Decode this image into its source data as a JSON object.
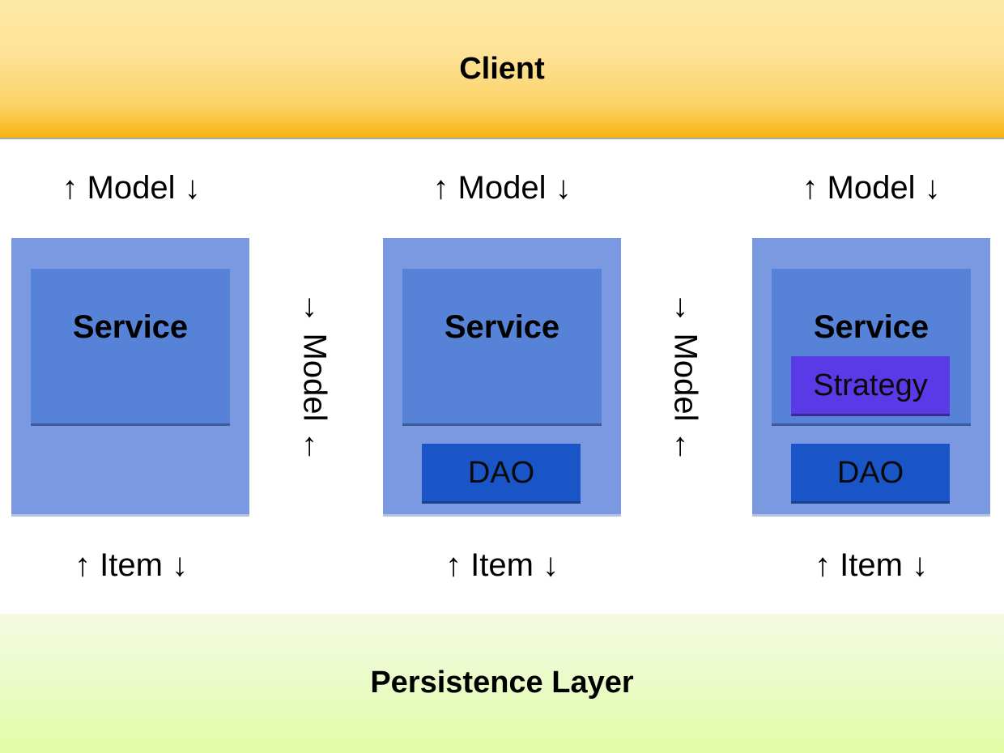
{
  "client": {
    "label": "Client"
  },
  "persistence": {
    "label": "Persistence Layer"
  },
  "columns": [
    {
      "top_flow": "↑ Model ↓",
      "service": "Service",
      "bottom_flow": "↑ Item ↓"
    },
    {
      "top_flow": "↑ Model ↓",
      "service": "Service",
      "dao": "DAO",
      "bottom_flow": "↑ Item ↓"
    },
    {
      "top_flow": "↑ Model ↓",
      "service": "Service",
      "strategy": "Strategy",
      "dao": "DAO",
      "bottom_flow": "↑ Item ↓"
    }
  ],
  "between": [
    {
      "label": "→ Model ←"
    },
    {
      "label": "→ Model ←"
    }
  ],
  "colors": {
    "client_band": "#fbd36a",
    "persistence_band": "#e1fca4",
    "column_outer": "#7a99e0",
    "service_box": "#5682d8",
    "dao_box": "#1a55c8",
    "strategy_box": "#5a39e6"
  }
}
